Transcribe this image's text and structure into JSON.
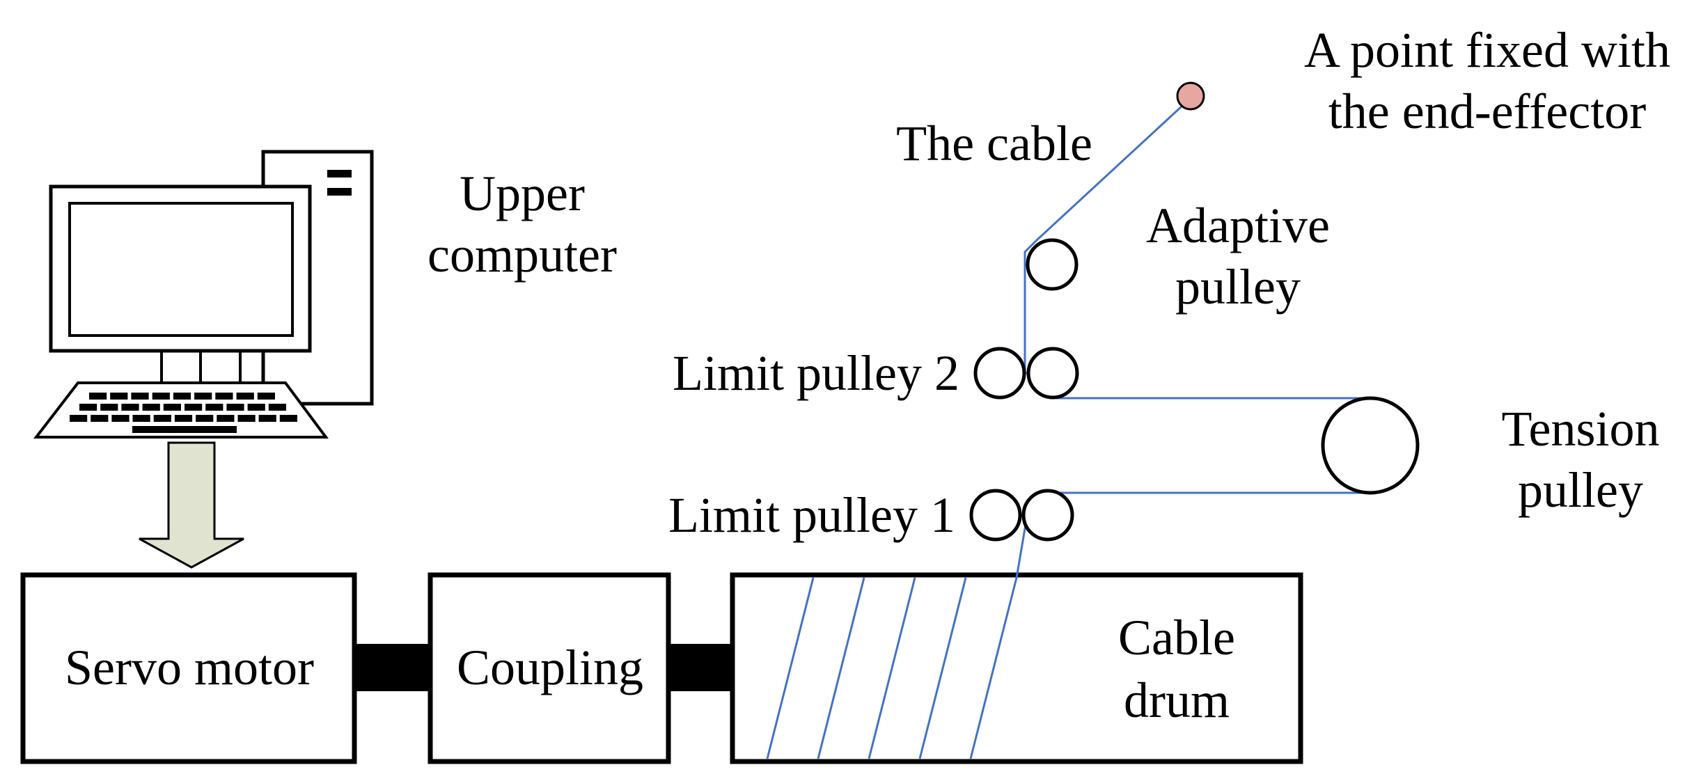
{
  "labels": {
    "upper_computer_line1": "Upper",
    "upper_computer_line2": "computer",
    "the_cable": "The cable",
    "fixed_point_line1": "A point fixed with",
    "fixed_point_line2": "the end-effector",
    "adaptive_pulley_line1": "Adaptive",
    "adaptive_pulley_line2": "pulley",
    "limit_pulley_2": "Limit pulley 2",
    "limit_pulley_1": "Limit pulley 1",
    "tension_pulley_line1": "Tension",
    "tension_pulley_line2": "pulley",
    "servo_motor": "Servo motor",
    "coupling": "Coupling",
    "cable_drum_line1": "Cable",
    "cable_drum_line2": "drum"
  },
  "icons": {
    "computer": "desktop-computer-icon",
    "signal_arrow": "down-arrow-icon"
  },
  "colors": {
    "cable": "#4472c4",
    "end_point": "#e6a7a3",
    "arrow_fill": "#dfe3d0",
    "outline": "#000000"
  }
}
